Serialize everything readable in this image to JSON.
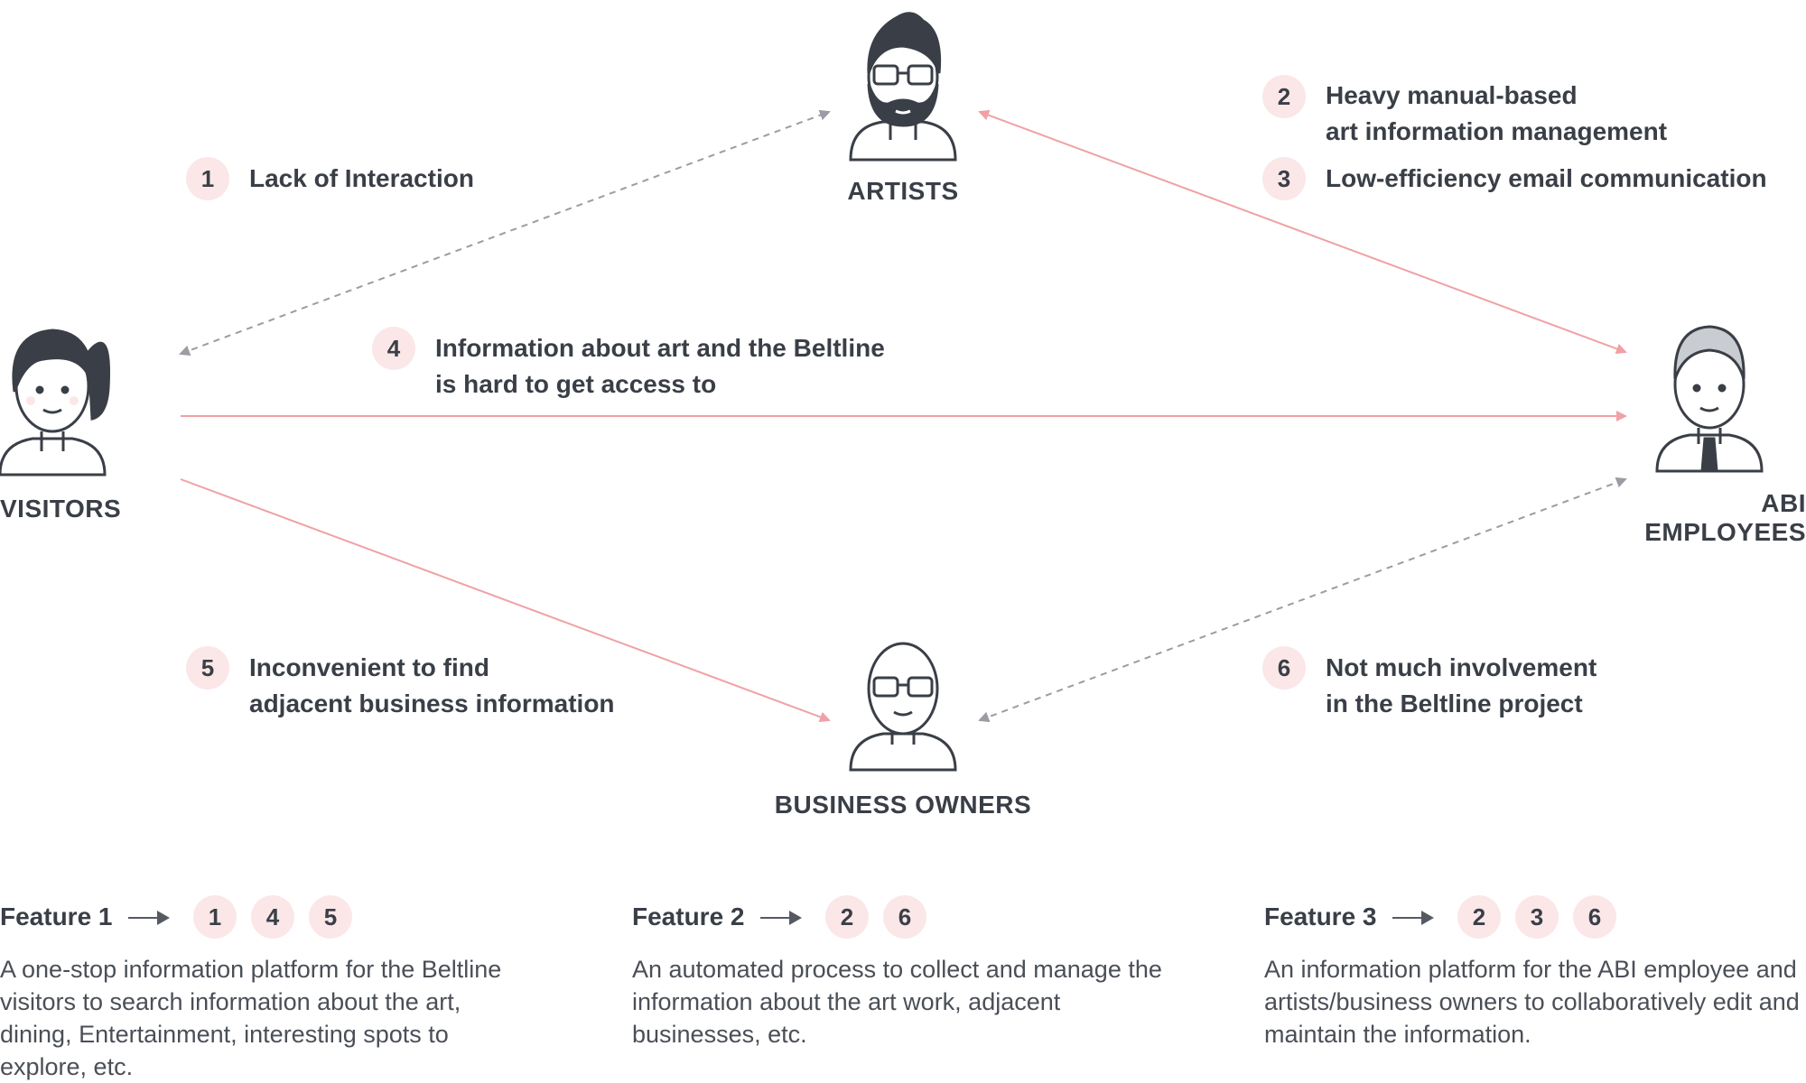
{
  "actors": {
    "artists": "ARTISTS",
    "visitors": "VISITORS",
    "abi_employees": "ABI EMPLOYEES",
    "business_owners": "BUSINESS OWNERS"
  },
  "issues": [
    {
      "num": "1",
      "lines": [
        "Lack of Interaction"
      ]
    },
    {
      "num": "2",
      "lines": [
        "Heavy manual-based",
        "art information management"
      ]
    },
    {
      "num": "3",
      "lines": [
        "Low-efficiency email communication"
      ]
    },
    {
      "num": "4",
      "lines": [
        "Information about art and the Beltline",
        "is hard to get access to"
      ]
    },
    {
      "num": "5",
      "lines": [
        "Inconvenient to find",
        "adjacent business information"
      ]
    },
    {
      "num": "6",
      "lines": [
        "Not much involvement",
        "in the Beltline project"
      ]
    }
  ],
  "features": [
    {
      "title": "Feature 1",
      "badges": [
        "1",
        "4",
        "5"
      ],
      "description": "A one-stop information platform for the Beltline visitors to search information about the art, dining, Entertainment, interesting spots to explore, etc."
    },
    {
      "title": "Feature 2",
      "badges": [
        "2",
        "6"
      ],
      "description": "An automated process to collect and manage the information about the art work, adjacent businesses, etc."
    },
    {
      "title": "Feature 3",
      "badges": [
        "2",
        "3",
        "6"
      ],
      "description": "An information platform for the ABI employee and artists/business owners to collaboratively edit and maintain the information."
    }
  ],
  "colors": {
    "accent_line": "#f0a1a5",
    "dashed_line": "#9a9da3",
    "badge_bg": "#fbe7e8",
    "ink": "#3a3f47"
  },
  "icons": {
    "artists": "bearded-man-icon",
    "visitors": "woman-ponytail-icon",
    "abi_employees": "man-with-tie-icon",
    "business_owners": "bald-man-glasses-icon"
  }
}
